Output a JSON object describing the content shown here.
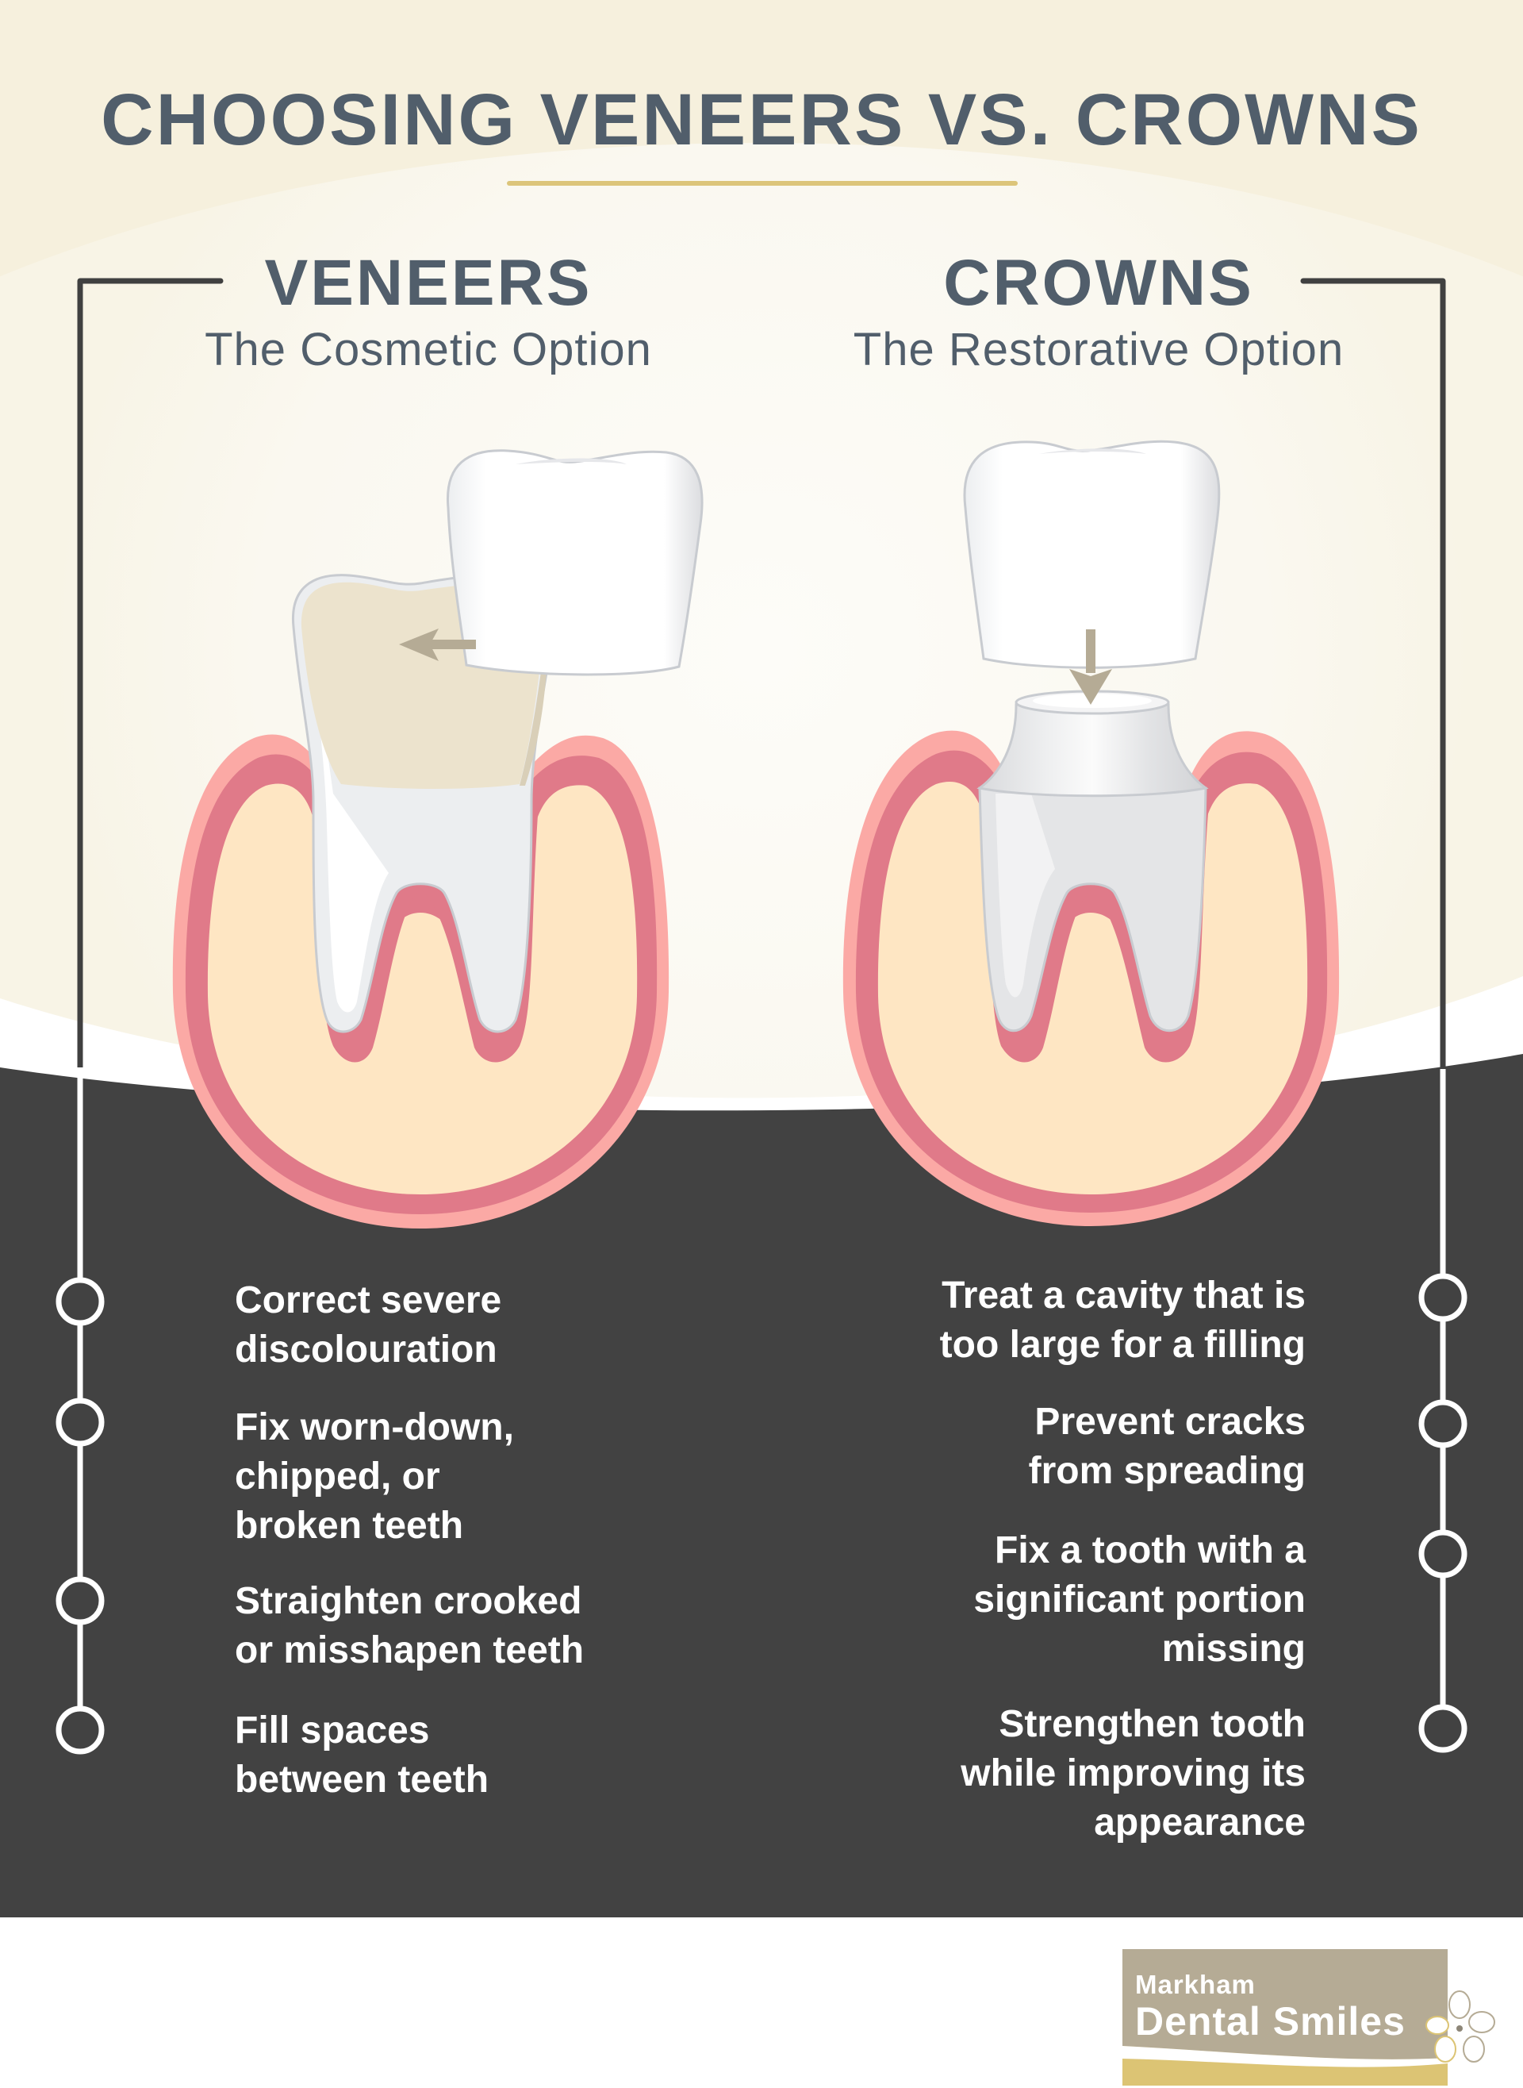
{
  "header": {
    "title": "CHOOSING VENEERS VS. CROWNS"
  },
  "columns": {
    "left": {
      "name": "VENEERS",
      "subtitle": "The Cosmetic Option",
      "items": [
        "Correct severe\ndiscolouration",
        "Fix worn-down,\nchipped, or\nbroken teeth",
        "Straighten crooked\nor misshapen teeth",
        "Fill spaces\nbetween teeth"
      ]
    },
    "right": {
      "name": "CROWNS",
      "subtitle": "The Restorative Option",
      "items": [
        "Treat a cavity that is\ntoo large for a filling",
        "Prevent cracks\nfrom spreading",
        "Fix a tooth with a\nsignificant portion\nmissing",
        "Strengthen tooth\nwhile improving its\nappearance"
      ]
    }
  },
  "illustrations": {
    "left": "veneer-being-placed-on-discoloured-tooth",
    "right": "crown-being-placed-on-prepared-tooth"
  },
  "logo": {
    "line1": "Markham",
    "line2": "Dental Smiles",
    "icon": "tooth-flower-icon"
  },
  "colors": {
    "heading": "#515e6b",
    "accent_gold": "#dcc57a",
    "dark_panel": "#424242",
    "bg_beige": "#f6f0dd",
    "bg_light": "#faf8f1",
    "gum_outer": "#fba9a5",
    "gum_inner": "#e07a89",
    "bone": "#fee6c3",
    "logo_taupe": "#b5ab95",
    "logo_gold": "#dcc474",
    "arrow": "#b5ab95"
  }
}
